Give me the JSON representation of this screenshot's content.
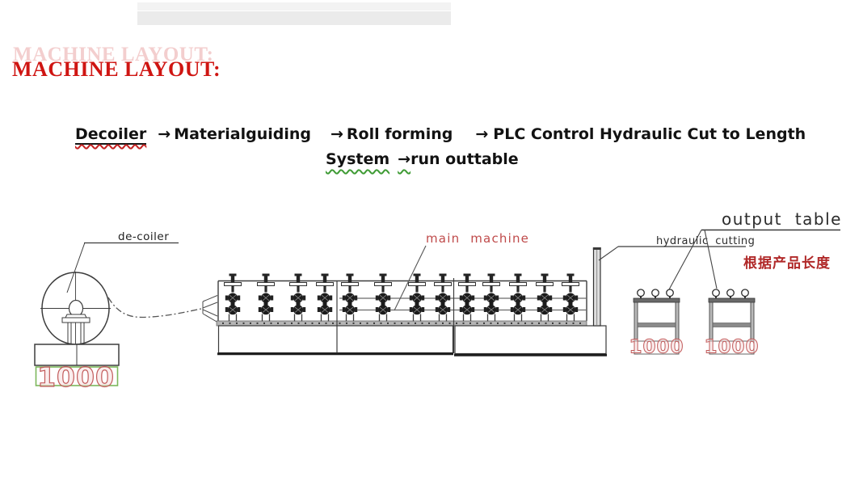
{
  "title": {
    "text": "MACHINE LAYOUT:",
    "color": "#cf1512"
  },
  "flow": {
    "arrow": "→",
    "step_decoiler": "Decoiler",
    "step_material_guiding": "Materialguiding",
    "step_roll_forming": "Roll forming",
    "step_plc_cut": "PLC Control Hydraulic Cut to Length",
    "step_plc_cut_line2": "System",
    "step_run_out": "run outtable"
  },
  "diagram": {
    "labels": {
      "decoiler": "de-coiler",
      "main_machine": "main machine",
      "output_table": "output  table",
      "hydraulic_cutting": "hydraulic  cutting",
      "product_length_note": "根据产品长度"
    },
    "values": {
      "decoiler_value": "1000",
      "table1_value": "1000",
      "table2_value": "1000"
    },
    "colors": {
      "line_dark": "#3d3d3d",
      "label_red": "#bf4a4a",
      "note_red": "#b02828",
      "value_red_stroke": "#c25b5b",
      "green_box": "#7cb75c",
      "rail_gray": "#b4b4b4"
    }
  }
}
